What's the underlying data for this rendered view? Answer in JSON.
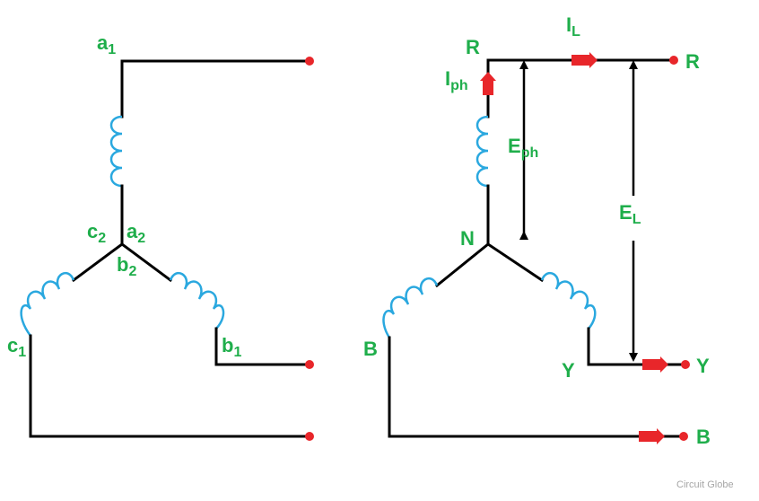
{
  "colors": {
    "label": "#1fae4b",
    "coil": "#2aa8df",
    "terminal": "#e8262a",
    "wire": "#000000"
  },
  "left": {
    "a1": {
      "main": "a",
      "sub": "1"
    },
    "a2": {
      "main": "a",
      "sub": "2"
    },
    "b1": {
      "main": "b",
      "sub": "1"
    },
    "b2": {
      "main": "b",
      "sub": "2"
    },
    "c1": {
      "main": "c",
      "sub": "1"
    },
    "c2": {
      "main": "c",
      "sub": "2"
    }
  },
  "right": {
    "R_top": "R",
    "R_out": "R",
    "Y_coil": "Y",
    "Y_out": "Y",
    "B_coil": "B",
    "B_out": "B",
    "N": "N",
    "IL": {
      "main": "I",
      "sub": "L"
    },
    "Iph": {
      "main": "I",
      "sub": "ph"
    },
    "Eph": {
      "main": "E",
      "sub": "ph"
    },
    "EL": {
      "main": "E",
      "sub": "L"
    }
  },
  "watermark": "Circuit Globe"
}
